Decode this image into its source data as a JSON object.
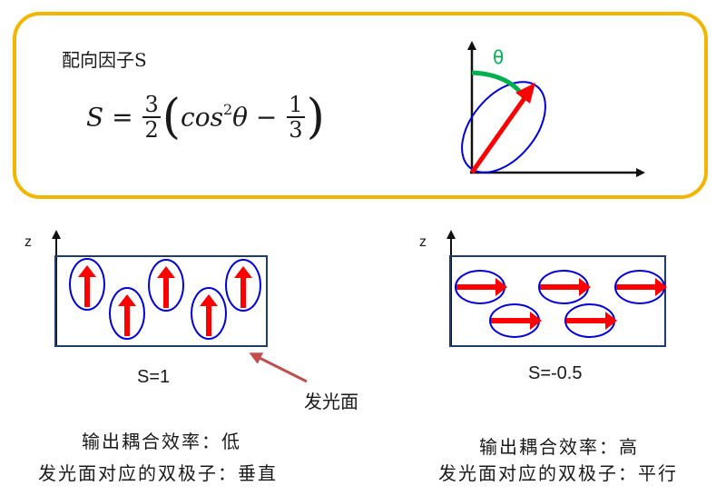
{
  "top_panel": {
    "title": "配向因子S",
    "formula": {
      "lhs": "S",
      "eq": "=",
      "frac1_num": "3",
      "frac1_den": "2",
      "cos": "cos",
      "sup": "2",
      "theta": "θ",
      "minus": "−",
      "frac2_num": "1",
      "frac2_den": "3"
    },
    "angle_label": "θ"
  },
  "left_panel": {
    "axis_label": "z",
    "s_value": "S=1",
    "surface_label": "发光面",
    "caption_line1": "输出耦合效率：低",
    "caption_line2": "发光面对应的双极子：垂直"
  },
  "right_panel": {
    "axis_label": "z",
    "s_value": "S=-0.5",
    "caption_line1": "输出耦合效率：高",
    "caption_line2": "发光面对应的双极子：平行"
  },
  "colors": {
    "frame": "#f2b600",
    "dipole_arrow": "#ff0000",
    "ellipse": "#0000dd",
    "box": "#1f3d6b",
    "angle_arc": "#00b050",
    "pointer": "#c0504d"
  }
}
